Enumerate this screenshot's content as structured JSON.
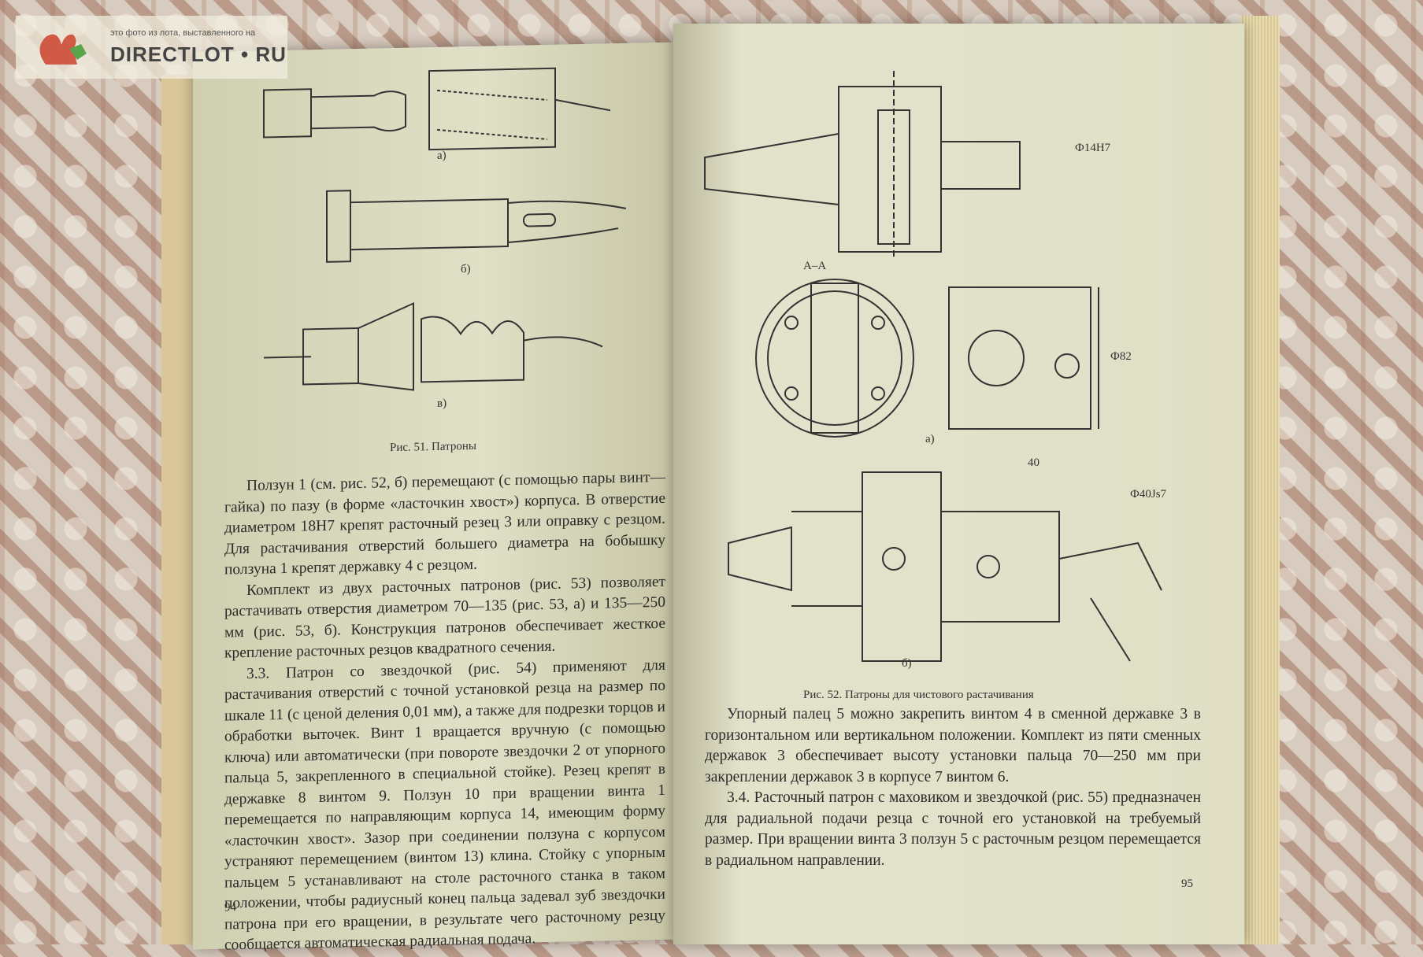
{
  "watermark": {
    "tagline": "это фото из лота, выставленного на",
    "brand": "DIRECTLOT • RU"
  },
  "left_page": {
    "figure_labels": [
      "а)",
      "б)",
      "в)"
    ],
    "caption": "Рис. 51. Патроны",
    "paragraphs": [
      "Ползун 1 (см. рис. 52, б) перемещают (с помощью пары винт—гайка) по пазу (в форме «ласточкин хвост») корпуса. В отверстие диаметром 18H7 крепят расточный резец 3 или оправку с резцом. Для растачивания отверстий большего диаметра на бобышку ползуна 1 крепят державку 4 с резцом.",
      "Комплект из двух расточных патронов (рис. 53) позволяет растачивать отверстия диаметром 70—135 (рис. 53, а) и 135—250 мм (рис. 53, б). Конструкция патронов обеспечивает жесткое крепление расточных резцов квадратного сечения.",
      "3.3. Патрон со звездочкой (рис. 54) применяют для растачивания отверстий с точной установкой резца на размер по шкале 11 (с ценой деления 0,01 мм), а также для подрезки торцов и обработки выточек. Винт 1 вращается вручную (с помощью ключа) или автоматически (при повороте звездочки 2 от упорного пальца 5, закрепленного в специальной стойке). Резец крепят в державке 8 винтом 9. Ползун 10 при вращении винта 1 перемещается по направляющим корпуса 14, имеющим форму «ласточкин хвост». Зазор при соединении ползуна с корпусом устраняют перемещением (винтом 13) клина. Стойку с упорным пальцем 5 устанавливают на столе расточного станка в таком положении, чтобы радиусный конец пальца задевал зуб звездочки патрона при его вращении, в результате чего расточному резцу сообщается автоматическая радиальная подача."
    ],
    "page_number": "94"
  },
  "right_page": {
    "figure_labels": [
      "А–А",
      "а)",
      "б)",
      "40",
      "Ф14Н7",
      "Ф82",
      "Ф40Js7"
    ],
    "caption": "Рис. 52. Патроны для чистового растачивания",
    "paragraphs": [
      "Упорный палец 5 можно закрепить винтом 4 в сменной державке 3 в горизонтальном или вертикальном положении. Комплект из пяти сменных державок 3 обеспечивает высоту установки пальца 70—250 мм при закреплении державок 3 в корпусе 7 винтом 6.",
      "3.4. Расточный патрон с маховиком и звездочкой (рис. 55) предназначен для радиальной подачи резца с точной его установкой на требуемый размер. При вращении винта 3 ползун 5 с расточным резцом перемещается в радиальном направлении."
    ],
    "page_number": "95"
  }
}
